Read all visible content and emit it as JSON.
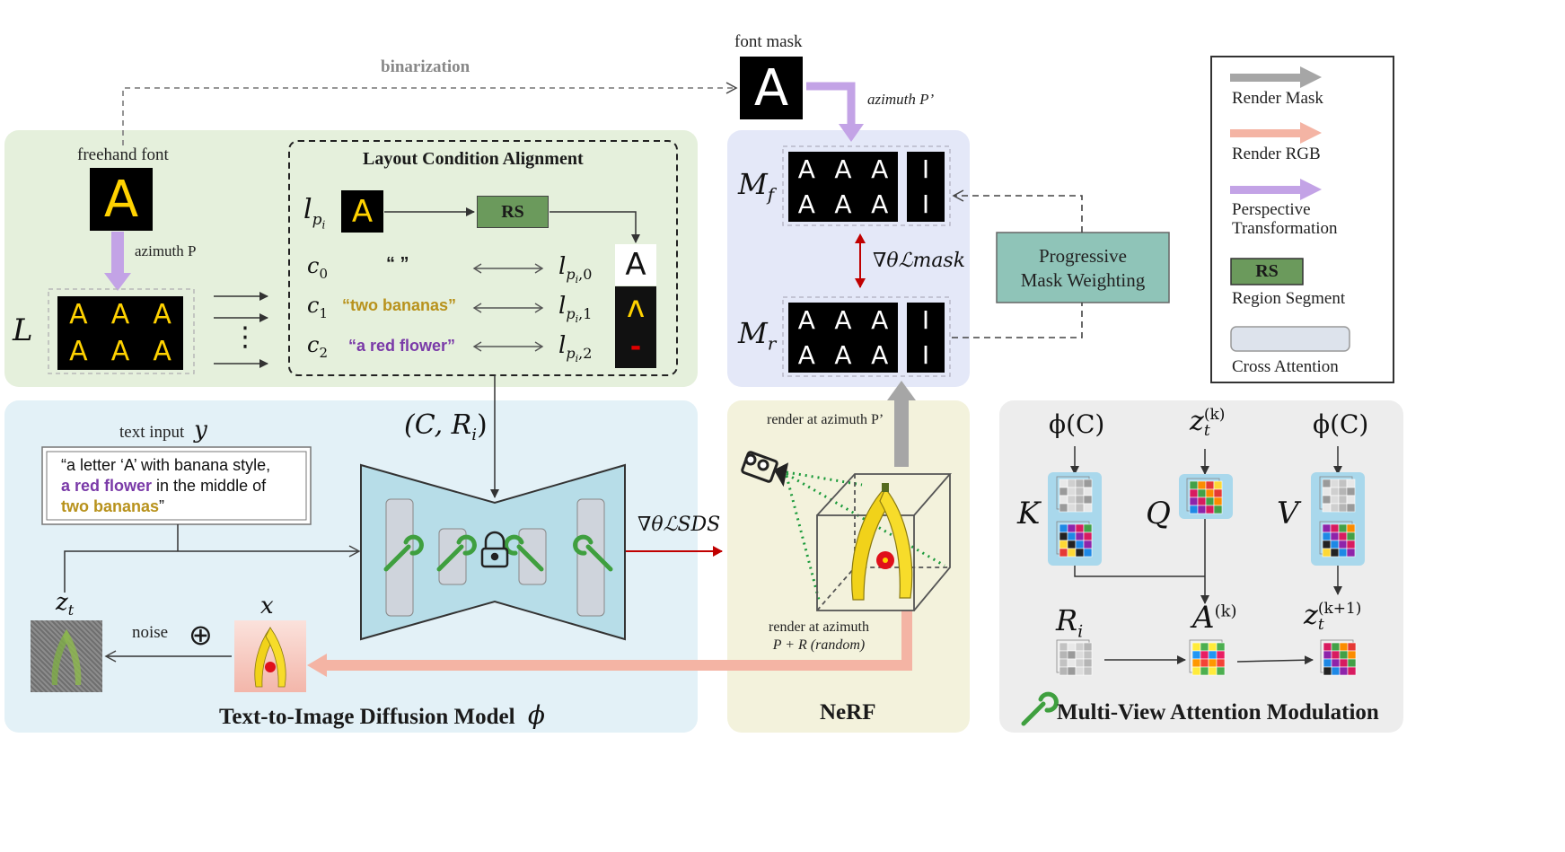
{
  "top": {
    "binarization_label": "binarization",
    "font_mask_label": "font mask",
    "font_mask_letter": "A",
    "azimuth_p_prime_label": "azimuth P’"
  },
  "layout_panel": {
    "freehand_font_label": "freehand font",
    "freehand_letter": "A",
    "azimuth_p_label": "azimuth P",
    "L_symbol": "L",
    "grid_letters": [
      "A",
      "A",
      "A",
      "A",
      "A",
      "A"
    ],
    "alignment_title": "Layout Condition Alignment",
    "lpi_symbol": "l",
    "lpi_sub": "p",
    "lpi_subsub": "i",
    "rs_label": "RS",
    "rows": [
      {
        "c_main": "c",
        "c_sub": "0",
        "text": "“ ”",
        "l_main": "l",
        "l_sub": "p",
        "l_subsub": "i",
        "l_idx": ",0",
        "tile": "A"
      },
      {
        "c_main": "c",
        "c_sub": "1",
        "text": "“two bananas”",
        "l_main": "l",
        "l_sub": "p",
        "l_subsub": "i",
        "l_idx": ",1",
        "tile": "ʌ"
      },
      {
        "c_main": "c",
        "c_sub": "2",
        "text": "“a red flower”",
        "l_main": "l",
        "l_sub": "p",
        "l_subsub": "i",
        "l_idx": ",2",
        "tile": "-"
      }
    ],
    "dots": "⋮"
  },
  "mask_panel": {
    "mf_symbol": "M",
    "mf_sub": "f",
    "mr_symbol": "M",
    "mr_sub": "r",
    "mask_letters": [
      "A",
      "A",
      "A",
      "A",
      "A",
      "A"
    ],
    "mask_side_letters": [
      "I",
      "I"
    ],
    "grad_mask_label": "∇θℒmask",
    "progressive_line1": "Progressive",
    "progressive_line2": "Mask Weighting"
  },
  "legend": {
    "render_mask": "Render Mask",
    "render_rgb": "Render RGB",
    "perspective_line1": "Perspective",
    "perspective_line2": "Transformation",
    "rs_box": "RS",
    "region_segment": "Region Segment",
    "cross_attention": "Cross Attention",
    "colors": {
      "mask": "#a6a6a6",
      "rgb": "#f4b4a4",
      "perspective": "#c3a3e6",
      "rs": "#6b9a5c",
      "cross": "#dde3ec"
    }
  },
  "diffusion_panel": {
    "text_input_label": "text input",
    "y_symbol": "y",
    "prompt_part1": "“a letter ‘A’ with banana style,",
    "prompt_purple": "a red flower",
    "prompt_part2": " in the middle of",
    "prompt_gold": "two bananas",
    "prompt_end": "”",
    "condition_label": "(C, R",
    "condition_sub": "i",
    "condition_end": ")",
    "zt_symbol": "z",
    "zt_sub": "t",
    "x_symbol": "x",
    "noise_label": "noise",
    "oplus": "⊕",
    "sds_label": "∇θℒSDS",
    "title": "Text-to-Image Diffusion Model",
    "phi_symbol": "ϕ"
  },
  "nerf_panel": {
    "render_p_prime_label": "render at azimuth P’",
    "render_random_line1": "render at azimuth",
    "render_random_line2": "P + R (random)",
    "title": "NeRF"
  },
  "attention_panel": {
    "phi_c_left": "ϕ(C)",
    "zt_k": "z",
    "zt_k_sub": "t",
    "zt_k_sup": "(k)",
    "phi_c_right": "ϕ(C)",
    "k_symbol": "K",
    "q_symbol": "Q",
    "v_symbol": "V",
    "ri_symbol": "R",
    "ri_sub": "i",
    "a_symbol": "A",
    "a_sup": "(k)",
    "zt_next": "z",
    "zt_next_sub": "t",
    "zt_next_sup": "(k+1)",
    "title": "Multi-View Attention Modulation"
  },
  "colors": {
    "green_panel": "#e5f0dc",
    "blue_panel": "#e3f1f7",
    "lavender_panel": "#e4e8f8",
    "yellow_panel": "#f3f2dc",
    "gray_panel": "#ededed",
    "banana_gold": "#b8921c",
    "flower_purple": "#7a3aa8",
    "red_arrow": "#c00000"
  }
}
